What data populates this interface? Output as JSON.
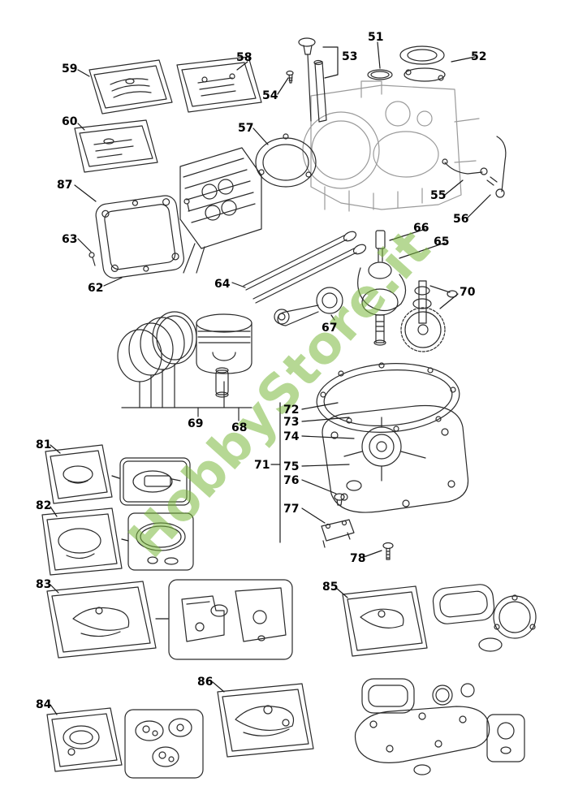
{
  "watermark": {
    "text": "HobbyStore.it",
    "color": "#7cb93e"
  },
  "callouts": [
    {
      "label": "51"
    },
    {
      "label": "52"
    },
    {
      "label": "53"
    },
    {
      "label": "54"
    },
    {
      "label": "55"
    },
    {
      "label": "56"
    },
    {
      "label": "57"
    },
    {
      "label": "58"
    },
    {
      "label": "59"
    },
    {
      "label": "60"
    },
    {
      "label": "62"
    },
    {
      "label": "63"
    },
    {
      "label": "64"
    },
    {
      "label": "65"
    },
    {
      "label": "66"
    },
    {
      "label": "67"
    },
    {
      "label": "68"
    },
    {
      "label": "69"
    },
    {
      "label": "70"
    },
    {
      "label": "71"
    },
    {
      "label": "72"
    },
    {
      "label": "73"
    },
    {
      "label": "74"
    },
    {
      "label": "75"
    },
    {
      "label": "76"
    },
    {
      "label": "77"
    },
    {
      "label": "78"
    },
    {
      "label": "81"
    },
    {
      "label": "82"
    },
    {
      "label": "83"
    },
    {
      "label": "84"
    },
    {
      "label": "85"
    },
    {
      "label": "86"
    },
    {
      "label": "87"
    }
  ]
}
